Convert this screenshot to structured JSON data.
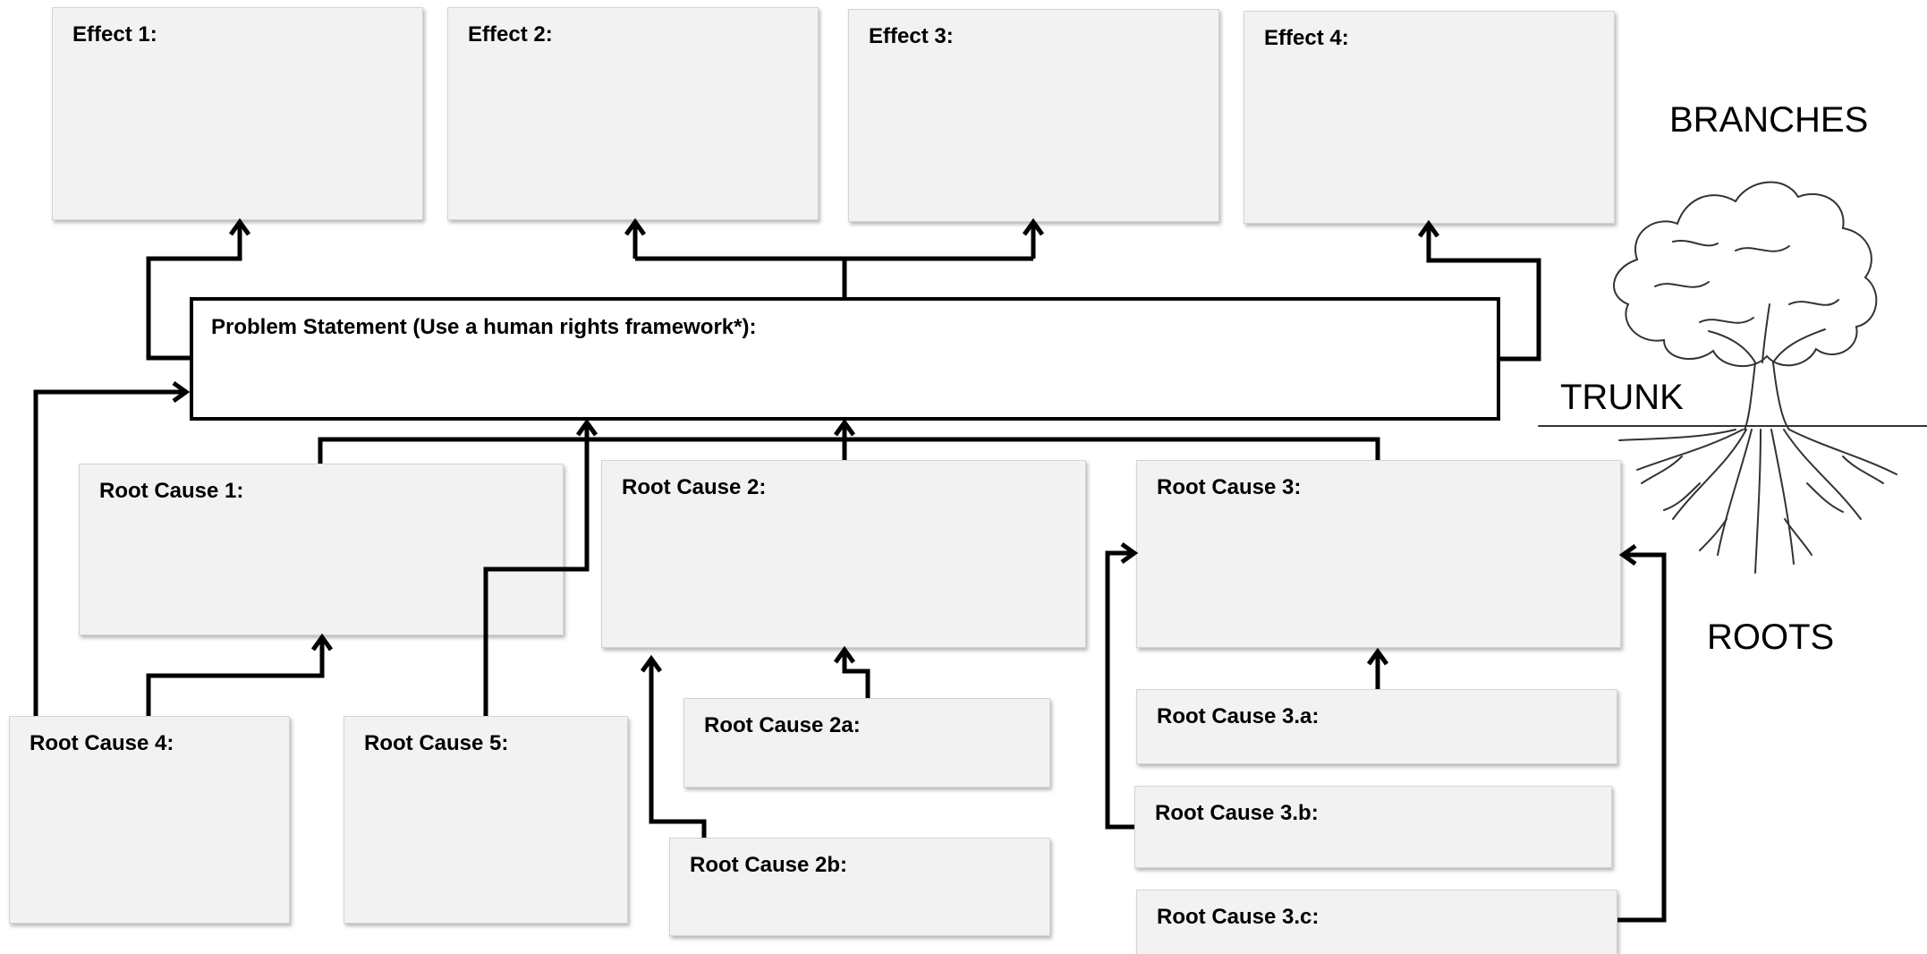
{
  "effects": [
    {
      "label": "Effect 1:"
    },
    {
      "label": "Effect 2:"
    },
    {
      "label": "Effect 3:"
    },
    {
      "label": "Effect 4:"
    }
  ],
  "problem": {
    "label": "Problem Statement (Use a human rights framework*):"
  },
  "root_causes": [
    {
      "label": "Root Cause 1:"
    },
    {
      "label": "Root Cause 2:"
    },
    {
      "label": "Root Cause 3:"
    },
    {
      "label": "Root Cause 4:"
    },
    {
      "label": "Root Cause 5:"
    },
    {
      "label": "Root Cause 2a:"
    },
    {
      "label": "Root Cause 2b:"
    },
    {
      "label": "Root Cause 3.a:"
    },
    {
      "label": "Root Cause 3.b:"
    },
    {
      "label": "Root Cause 3.c:"
    }
  ],
  "tree": {
    "branches": "BRANCHES",
    "trunk": "TRUNK",
    "roots": "ROOTS"
  }
}
